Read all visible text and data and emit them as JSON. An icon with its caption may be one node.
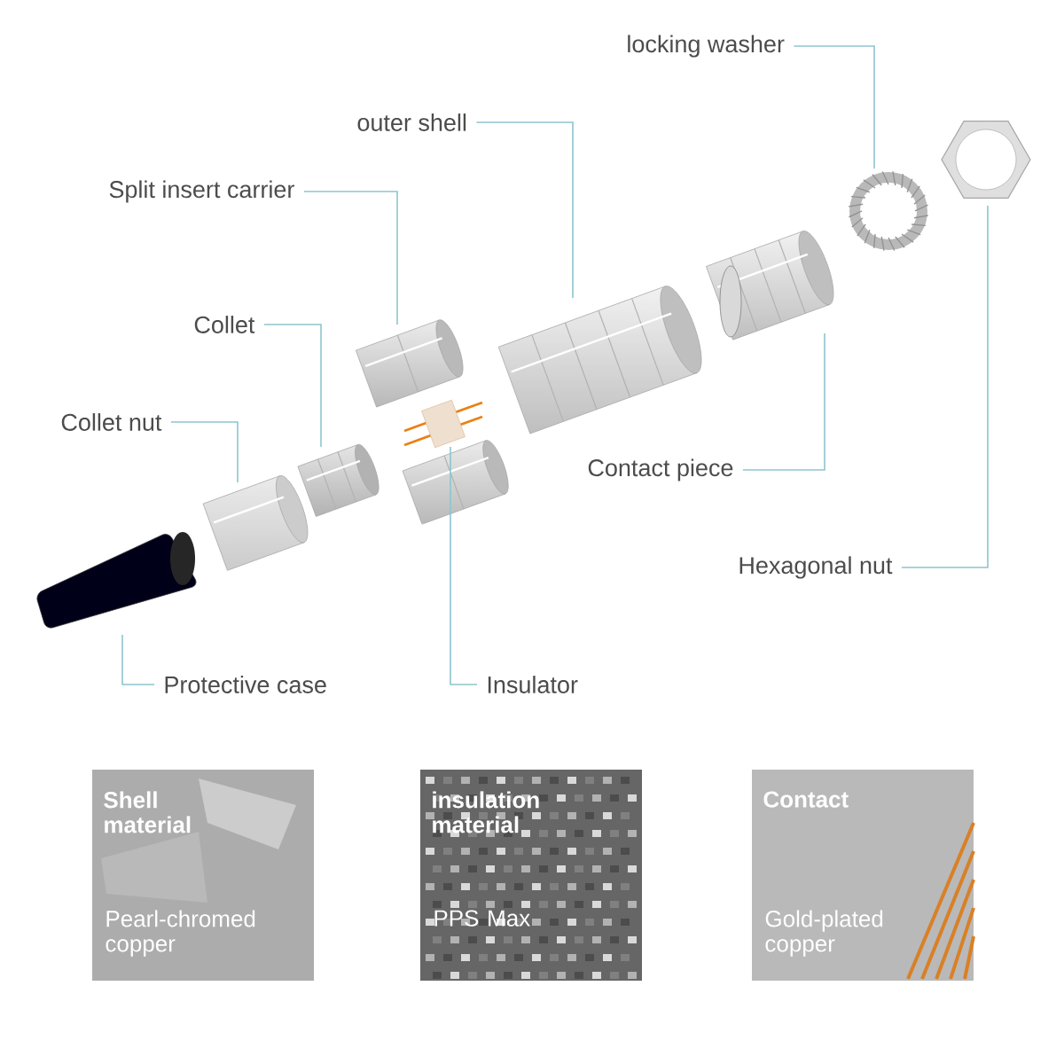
{
  "diagram": {
    "nodes": [
      {
        "text": [
          "locking washer"
        ]
      },
      {
        "text": [
          "outer shell"
        ]
      },
      {
        "text": [
          "Split insert carrier"
        ]
      },
      {
        "text": [
          "Collet"
        ]
      },
      {
        "text": [
          "Collet nut"
        ]
      },
      {
        "text": [
          "Contact piece"
        ]
      },
      {
        "text": [
          "Hexagonal nut"
        ]
      },
      {
        "text": [
          "Protective case"
        ]
      },
      {
        "text": [
          "Insulator"
        ]
      },
      {
        "text": [],
        "shape": "picture"
      },
      {
        "text": [],
        "shape": "picture"
      },
      {
        "text": [],
        "shape": "picture"
      },
      {
        "text": [],
        "shape": "picture"
      },
      {
        "text": [],
        "shape": "picture"
      },
      {
        "text": [],
        "shape": "picture"
      },
      {
        "text": [],
        "shape": "picture"
      },
      {
        "text": [],
        "shape": "picture"
      },
      {
        "text": [],
        "shape": "picture"
      },
      {
        "text": [
          "Shell material",
          "Pearl-chromed copper"
        ]
      },
      {
        "text": [
          "insulation material",
          "PPS Max"
        ]
      },
      {
        "text": [
          "Contact",
          "Gold-plated copper"
        ]
      }
    ],
    "edges": [
      {
        "from": 0,
        "to": 16,
        "arrow": "none"
      },
      {
        "from": 1,
        "to": 14,
        "arrow": "none"
      },
      {
        "from": 2,
        "to": 12,
        "arrow": "none"
      },
      {
        "from": 3,
        "to": 11,
        "arrow": "none"
      },
      {
        "from": 4,
        "to": 10,
        "arrow": "none"
      },
      {
        "from": 5,
        "to": 15,
        "arrow": "none"
      },
      {
        "from": 6,
        "to": 17,
        "arrow": "none"
      },
      {
        "from": 7,
        "to": 9,
        "arrow": "none"
      },
      {
        "from": 8,
        "to": 13,
        "arrow": "none"
      }
    ]
  }
}
